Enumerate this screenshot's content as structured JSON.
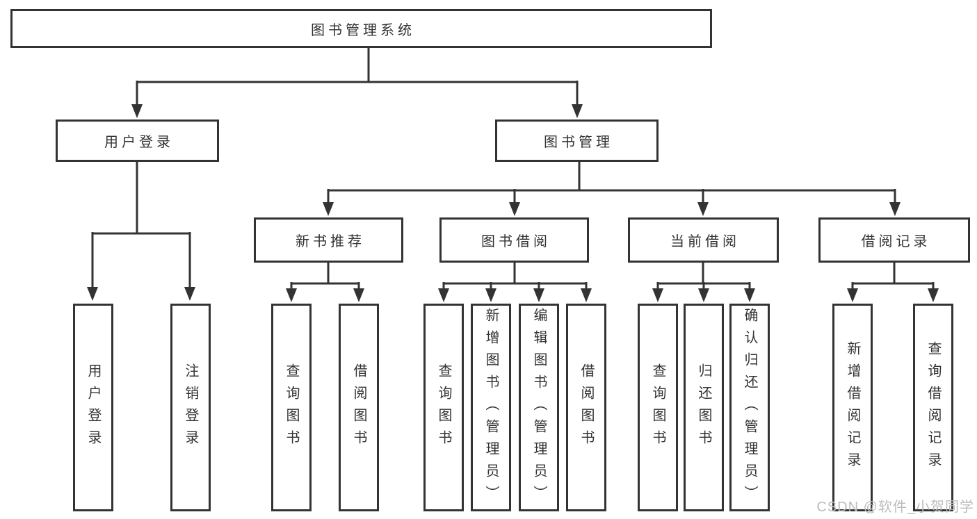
{
  "diagram": {
    "root": {
      "label": "图书管理系统"
    },
    "level2": [
      {
        "label": "用户登录",
        "children": [
          {
            "label": "用户登录"
          },
          {
            "label": "注销登录"
          }
        ]
      },
      {
        "label": "图书管理",
        "children": [
          {
            "label": "新书推荐",
            "children": [
              {
                "label": "查询图书"
              },
              {
                "label": "借阅图书"
              }
            ]
          },
          {
            "label": "图书借阅",
            "children": [
              {
                "label": "查询图书"
              },
              {
                "label": "新增图书（管理员）"
              },
              {
                "label": "编辑图书（管理员）"
              },
              {
                "label": "借阅图书"
              }
            ]
          },
          {
            "label": "当前借阅",
            "children": [
              {
                "label": "查询图书"
              },
              {
                "label": "归还图书"
              },
              {
                "label": "确认归还（管理员）"
              }
            ]
          },
          {
            "label": "借阅记录",
            "children": [
              {
                "label": "新增借阅记录"
              },
              {
                "label": "查询借阅记录"
              }
            ]
          }
        ]
      }
    ]
  },
  "watermark": {
    "text": "CSDN @软件_小贺同学"
  },
  "colors": {
    "line": "#333333",
    "text": "#333333",
    "watermark": "#bcbcbc",
    "background": "#ffffff"
  }
}
